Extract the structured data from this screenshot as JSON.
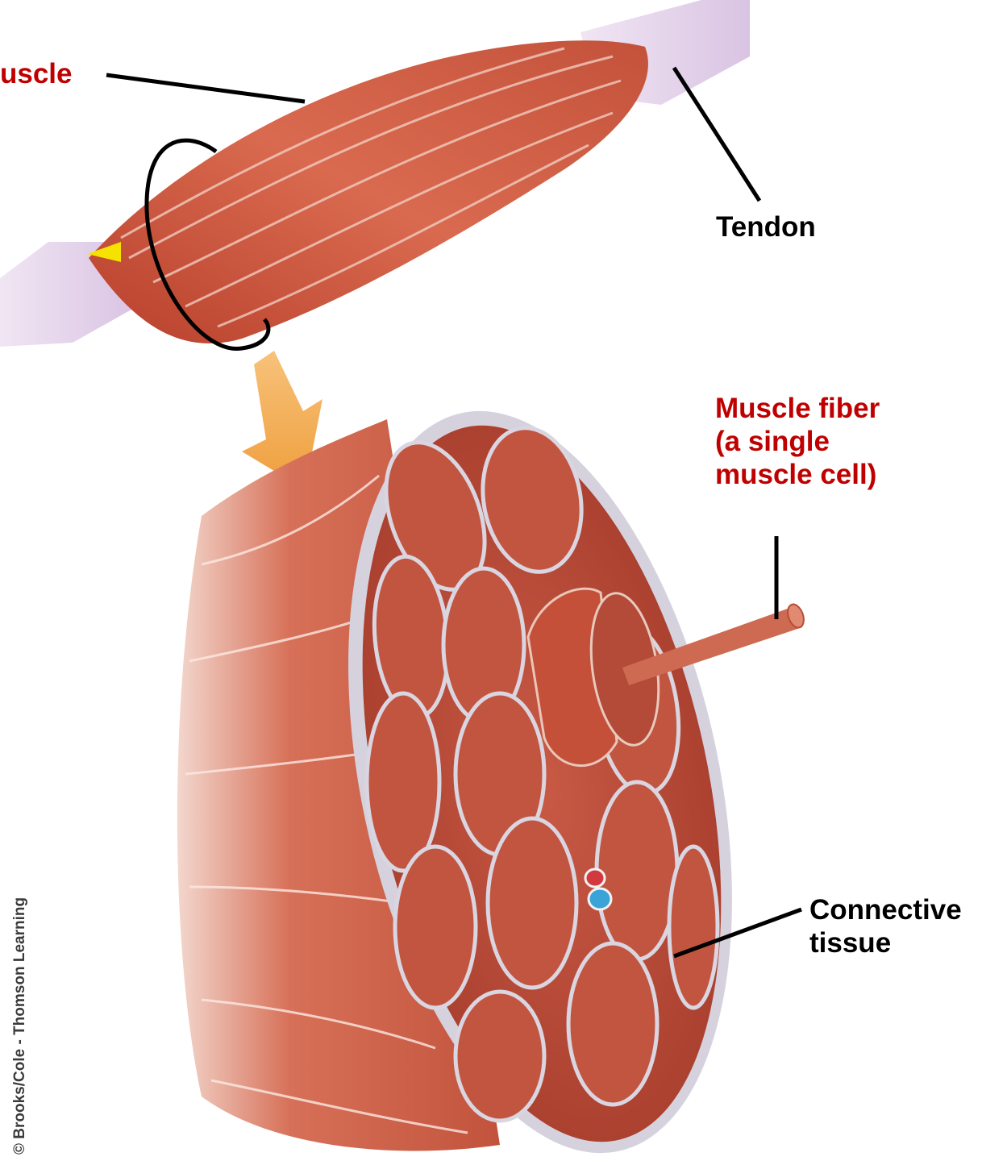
{
  "labels": {
    "muscle": "uscle",
    "tendon": "Tendon",
    "muscle_fiber": [
      "Muscle fiber",
      "(a single",
      "muscle cell)"
    ],
    "connective_tissue": [
      "Connective",
      "tissue"
    ]
  },
  "credit": "© Brooks/Cole - Thomson Learning",
  "colors": {
    "accent_label": "#c00000",
    "plain_label": "#000000",
    "muscle": "#c8553e",
    "tendon": "#d9c6e0",
    "arrow": "#f2a84a"
  }
}
